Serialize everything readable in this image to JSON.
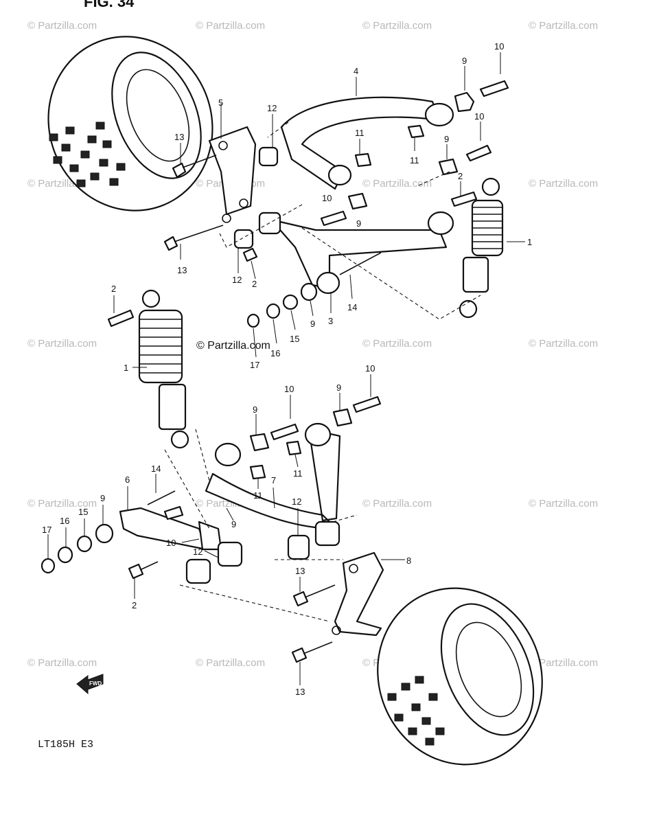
{
  "figure": {
    "title": "FIG. 34",
    "model_code": "LT185H E3",
    "front_label": "FWD"
  },
  "watermark": {
    "repeat_text": "© Partzilla.com",
    "center_text": "© Partzilla.com"
  },
  "callouts": [
    {
      "id": "c1a",
      "label": "1"
    },
    {
      "id": "c1b",
      "label": "1"
    },
    {
      "id": "c2a",
      "label": "2"
    },
    {
      "id": "c2b",
      "label": "2"
    },
    {
      "id": "c2c",
      "label": "2"
    },
    {
      "id": "c2d",
      "label": "2"
    },
    {
      "id": "c3",
      "label": "3"
    },
    {
      "id": "c4",
      "label": "4"
    },
    {
      "id": "c5",
      "label": "5"
    },
    {
      "id": "c6",
      "label": "6"
    },
    {
      "id": "c7",
      "label": "7"
    },
    {
      "id": "c8",
      "label": "8"
    },
    {
      "id": "c9a",
      "label": "9"
    },
    {
      "id": "c9b",
      "label": "9"
    },
    {
      "id": "c9c",
      "label": "9"
    },
    {
      "id": "c9d",
      "label": "9"
    },
    {
      "id": "c9e",
      "label": "9"
    },
    {
      "id": "c9f",
      "label": "9"
    },
    {
      "id": "c9g",
      "label": "9"
    },
    {
      "id": "c9h",
      "label": "9"
    },
    {
      "id": "c10a",
      "label": "10"
    },
    {
      "id": "c10b",
      "label": "10"
    },
    {
      "id": "c10c",
      "label": "10"
    },
    {
      "id": "c10d",
      "label": "10"
    },
    {
      "id": "c10e",
      "label": "10"
    },
    {
      "id": "c10f",
      "label": "10"
    },
    {
      "id": "c11a",
      "label": "11"
    },
    {
      "id": "c11b",
      "label": "11"
    },
    {
      "id": "c11c",
      "label": "11"
    },
    {
      "id": "c11d",
      "label": "11"
    },
    {
      "id": "c12a",
      "label": "12"
    },
    {
      "id": "c12b",
      "label": "12"
    },
    {
      "id": "c12c",
      "label": "12"
    },
    {
      "id": "c12d",
      "label": "12"
    },
    {
      "id": "c13a",
      "label": "13"
    },
    {
      "id": "c13b",
      "label": "13"
    },
    {
      "id": "c13c",
      "label": "13"
    },
    {
      "id": "c13d",
      "label": "13"
    },
    {
      "id": "c14a",
      "label": "14"
    },
    {
      "id": "c14b",
      "label": "14"
    },
    {
      "id": "c15a",
      "label": "15"
    },
    {
      "id": "c15b",
      "label": "15"
    },
    {
      "id": "c16a",
      "label": "16"
    },
    {
      "id": "c16b",
      "label": "16"
    },
    {
      "id": "c17a",
      "label": "17"
    },
    {
      "id": "c17b",
      "label": "17"
    }
  ]
}
